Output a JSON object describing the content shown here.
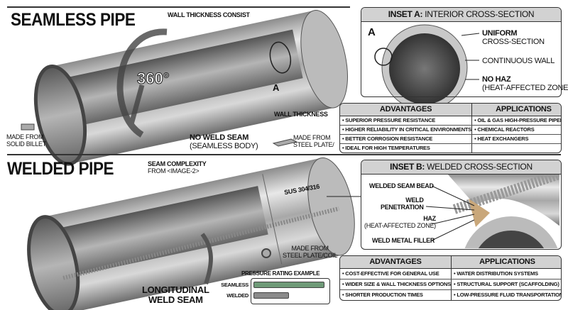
{
  "seamless": {
    "title": "SEAMLESS PIPE",
    "wall_consist": "WALL THICKNESS CONSIST",
    "rotation": "360°",
    "marker": "A",
    "wall_thickness": "WALL THICKNESS",
    "billet_1": "MADE FROM",
    "billet_2": "SOLID BILLET",
    "noweld_1": "NO WELD SEAM",
    "noweld_2": "(SEAMLESS BODY)",
    "plate_1": "MADE FROM",
    "plate_2": "STEEL PLATE/"
  },
  "inset_a": {
    "title_bold": "INSET A:",
    "title_rest": " INTERIOR CROSS-SECTION",
    "marker": "A",
    "uniform_1": "UNIFORM",
    "uniform_2": "CROSS-SECTION",
    "continuous": "CONTINUOUS WALL",
    "nohaz_1": "NO HAZ",
    "nohaz_2": "(HEAT-AFFECTED ZONE)"
  },
  "table_a": {
    "headers": [
      "ADVANTAGES",
      "APPLICATIONS"
    ],
    "rows": [
      [
        "• SUPERIOR PRESSURE RESISTANCE",
        "• OIL & GAS HIGH-PRESSURE PIPELINES"
      ],
      [
        "• HIGHER RELIABILITY IN CRITICAL ENVIRONMENTS",
        "• CHEMICAL REACTORS"
      ],
      [
        "• BETTER CORROSION RESISTANCE",
        "• HEAT EXCHANGERS"
      ],
      [
        "• IDEAL FOR HIGH TEMPERATURES",
        ""
      ]
    ]
  },
  "welded": {
    "title": "WELDED PIPE",
    "seam_1": "SEAM COMPLEXITY",
    "seam_2": "FROM <IMAGE-2>",
    "grade": "SUS 304/316",
    "coil_1": "MADE FROM",
    "coil_2": "STEEL PLATE/COIL",
    "long_1": "LONGITUDINAL",
    "long_2": "WELD SEAM"
  },
  "pressure": {
    "title": "PRESSURE RATING EXAMPLE",
    "bars": [
      {
        "label": "SEAMLESS",
        "level": 1.0,
        "color": "#6f9a78"
      },
      {
        "label": "WELDED",
        "level": 0.5,
        "color": "#8a8a8a"
      }
    ]
  },
  "inset_b": {
    "title_bold": "INSET B:",
    "title_rest": " WELDED CROSS-SECTION",
    "bead": "WELDED SEAM BEAD",
    "pen_1": "WELD",
    "pen_2": "PENETRATION",
    "haz_1": "HAZ",
    "haz_2": "(HEAT-AFFECTED ZONE)",
    "filler": "WELD METAL FILLER"
  },
  "table_b": {
    "headers": [
      "ADVANTAGES",
      "APPLICATIONS"
    ],
    "rows": [
      [
        "• COST-EFFECTIVE FOR GENERAL USE",
        "• WATER DISTRIBUTION SYSTEMS"
      ],
      [
        "• WIDER SIZE & WALL THICKNESS OPTIONS",
        "• STRUCTURAL SUPPORT (SCAFFOLDING)"
      ],
      [
        "• SHORTER PRODUCTION TIMES",
        "• LOW-PRESSURE FLUID TRANSPORTATION"
      ]
    ]
  }
}
